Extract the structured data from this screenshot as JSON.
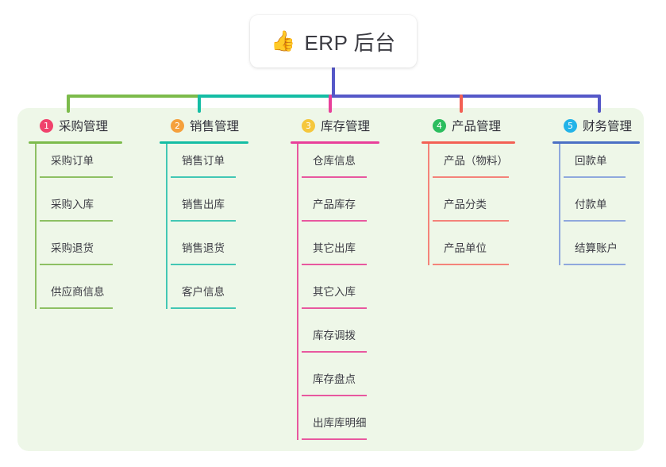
{
  "root": {
    "emoji": "👍",
    "emoji_name": "thumbs-up-icon",
    "title": "ERP 后台"
  },
  "panel": {
    "background": "#eef7e8"
  },
  "connector": {
    "segments": [
      {
        "name": "trunk-green",
        "color": "#7cbb4b"
      },
      {
        "name": "trunk-teal",
        "color": "#14bda4"
      },
      {
        "name": "trunk-blue",
        "color": "#5558c8"
      }
    ],
    "drops": [
      {
        "name": "drop-purchase",
        "color": "#7cbb4b"
      },
      {
        "name": "drop-sales",
        "color": "#14bda4"
      },
      {
        "name": "drop-inventory",
        "color": "#e8409a"
      },
      {
        "name": "drop-product",
        "color": "#f36054"
      },
      {
        "name": "drop-finance",
        "color": "#5558c8"
      },
      {
        "name": "drop-root",
        "color": "#5558c8"
      }
    ]
  },
  "columns": [
    {
      "index": "1",
      "title": "采购管理",
      "badge_color": "#f0426c",
      "rule_color": "#7cbb4b",
      "line_color": "#8dc063",
      "leaves": [
        {
          "label": "采购订单"
        },
        {
          "label": "采购入库"
        },
        {
          "label": "采购退货"
        },
        {
          "label": "供应商信息"
        }
      ]
    },
    {
      "index": "2",
      "title": "销售管理",
      "badge_color": "#f5a03c",
      "rule_color": "#14bda4",
      "line_color": "#42c7b4",
      "leaves": [
        {
          "label": "销售订单"
        },
        {
          "label": "销售出库"
        },
        {
          "label": "销售退货"
        },
        {
          "label": "客户信息"
        }
      ]
    },
    {
      "index": "3",
      "title": "库存管理",
      "badge_color": "#f5c73c",
      "rule_color": "#e8409a",
      "line_color": "#e8589f",
      "leaves": [
        {
          "label": "仓库信息"
        },
        {
          "label": "产品库存"
        },
        {
          "label": "其它出库"
        },
        {
          "label": "其它入库"
        },
        {
          "label": "库存调拨"
        },
        {
          "label": "库存盘点"
        },
        {
          "label": "出库库明细"
        }
      ]
    },
    {
      "index": "4",
      "title": "产品管理",
      "badge_color": "#2bbd5e",
      "rule_color": "#f36054",
      "line_color": "#f4837a",
      "leaves": [
        {
          "label": "产品（物料）"
        },
        {
          "label": "产品分类"
        },
        {
          "label": "产品单位"
        }
      ]
    },
    {
      "index": "5",
      "title": "财务管理",
      "badge_color": "#22b3e8",
      "rule_color": "#4a6fc4",
      "line_color": "#8fa8dd",
      "leaves": [
        {
          "label": "回款单"
        },
        {
          "label": "付款单"
        },
        {
          "label": "结算账户"
        }
      ]
    }
  ]
}
